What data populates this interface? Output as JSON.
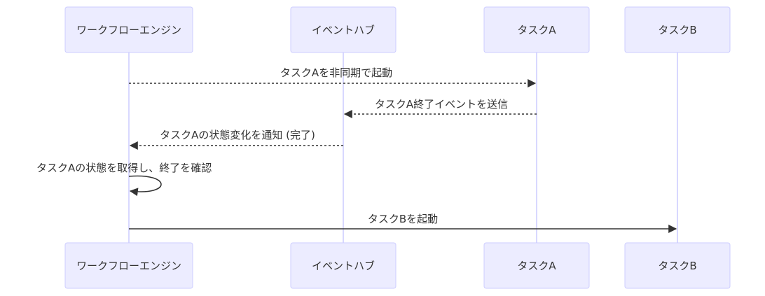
{
  "participants": [
    {
      "id": "engine",
      "label": "ワークフローエンジン"
    },
    {
      "id": "hub",
      "label": "イベントハブ"
    },
    {
      "id": "taskA",
      "label": "タスクA"
    },
    {
      "id": "taskB",
      "label": "タスクB"
    }
  ],
  "messages": [
    {
      "from": "engine",
      "to": "taskA",
      "label": "タスクAを非同期で起動",
      "style": "dashed"
    },
    {
      "from": "taskA",
      "to": "hub",
      "label": "タスクA終了イベントを送信",
      "style": "dashed"
    },
    {
      "from": "hub",
      "to": "engine",
      "label": "タスクAの状態変化を通知 (完了)",
      "style": "dashed"
    },
    {
      "from": "engine",
      "to": "engine",
      "label": "タスクAの状態を取得し、終了を確認",
      "style": "solid"
    },
    {
      "from": "engine",
      "to": "taskB",
      "label": "タスクBを起動",
      "style": "solid"
    }
  ],
  "colors": {
    "actor_fill": "#ECECFF",
    "actor_border": "#CCCCFF",
    "lifeline": "#CCCCFF",
    "line": "#333333",
    "text": "#333333"
  }
}
